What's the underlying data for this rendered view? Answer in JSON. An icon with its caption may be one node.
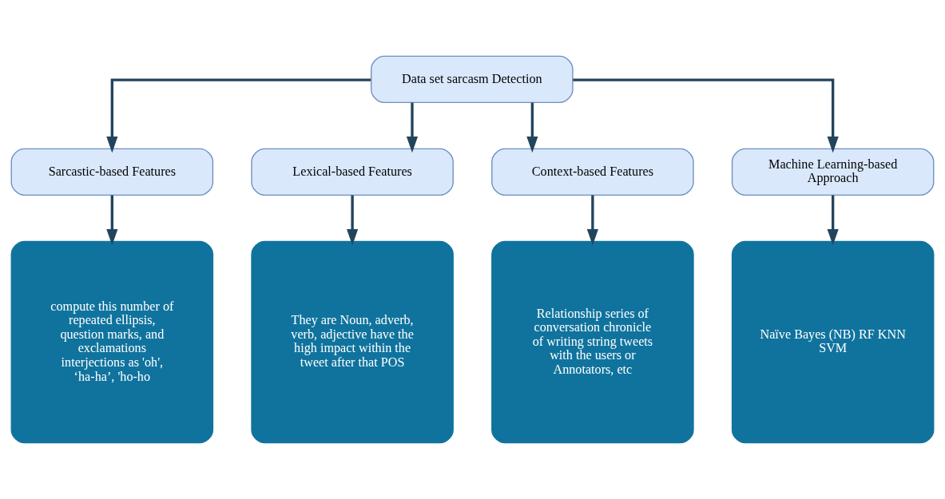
{
  "diagram": {
    "nodes": [
      {
        "text": [
          "Data set sarcasm Detection"
        ]
      },
      {
        "text": [
          "Sarcastic-based Features"
        ]
      },
      {
        "text": [
          "Lexical-based Features"
        ]
      },
      {
        "text": [
          "Context-based Features"
        ]
      },
      {
        "text": [
          "Machine Learning-based Approach"
        ]
      },
      {
        "text": [
          "compute this number of repeated ellipsis, question marks, and exclamations interjections as 'oh', ‘ha-ha’, 'ho-ho"
        ]
      },
      {
        "text": [
          "They are Noun, adverb, verb, adjective have the high impact within the tweet after that POS"
        ]
      },
      {
        "text": [
          "Relationship series of conversation chronicle of writing string tweets with the users or Annotators, etc"
        ]
      },
      {
        "text": [
          "Naïve Bayes (NB) RF KNN SVM"
        ]
      }
    ],
    "edges": [
      {
        "from": 0,
        "to": 1,
        "arrow": "to"
      },
      {
        "from": 0,
        "to": 2,
        "arrow": "to"
      },
      {
        "from": 0,
        "to": 3,
        "arrow": "to"
      },
      {
        "from": 0,
        "to": 4,
        "arrow": "to"
      },
      {
        "from": 1,
        "to": 5,
        "arrow": "to"
      },
      {
        "from": 2,
        "to": 6,
        "arrow": "to"
      },
      {
        "from": 3,
        "to": 7,
        "arrow": "to"
      },
      {
        "from": 4,
        "to": 8,
        "arrow": "to"
      }
    ]
  }
}
